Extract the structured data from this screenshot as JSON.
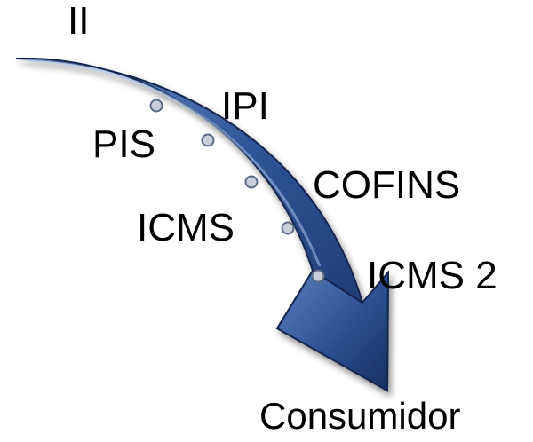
{
  "diagram": {
    "labels": {
      "ii": "II",
      "ipi": "IPI",
      "pis": "PIS",
      "cofins": "COFINS",
      "icms": "ICMS",
      "icms2": "ICMS 2",
      "consumidor": "Consumidor"
    },
    "colors": {
      "arrow_fill": "#2f5597",
      "arrow_dark": "#1b3466",
      "arrow_light": "#6f93cf",
      "arrow_outline": "#13284f",
      "dot_fill": "#c9cfd8",
      "dot_stroke": "#5b6b85",
      "text": "#000000"
    }
  }
}
